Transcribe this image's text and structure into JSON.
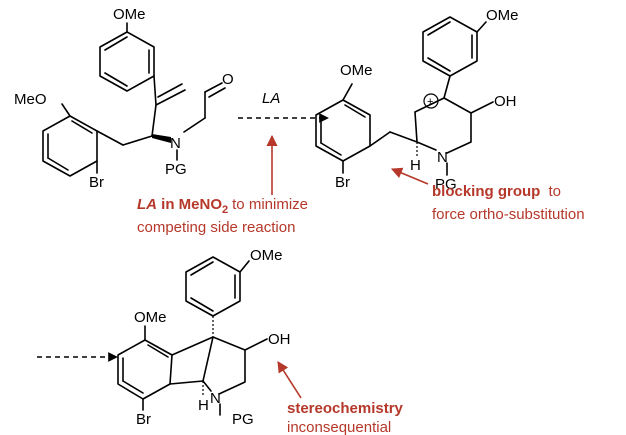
{
  "colors": {
    "annotation": "#b5382a",
    "ink": "#000000"
  },
  "reactant": {
    "ome_top": "OMe",
    "meo_left": "MeO",
    "aldehyde_o": "O",
    "n": "N",
    "pg": "PG",
    "br": "Br"
  },
  "reaction_arrow": {
    "label": "LA"
  },
  "intermediate": {
    "ome_top": "OMe",
    "ome_left": "OMe",
    "oh": "OH",
    "n": "N",
    "pg": "PG",
    "h": "H",
    "br": "Br",
    "cation": "+"
  },
  "product": {
    "ome_top": "OMe",
    "ome_left": "OMe",
    "oh": "OH",
    "n": "N",
    "pg": "PG",
    "h": "H",
    "br": "Br"
  },
  "notes": {
    "la_bold_a": "LA",
    "la_bold_b": "in MeNO",
    "la_sub": "2",
    "la_rest": "to minimize",
    "la_line2": "competing side reaction",
    "blocking_bold": "blocking group",
    "blocking_rest": "to",
    "blocking_line2": "force ortho-substitution",
    "stereo_bold": "stereochemistry",
    "stereo_line2": "inconsequential"
  }
}
